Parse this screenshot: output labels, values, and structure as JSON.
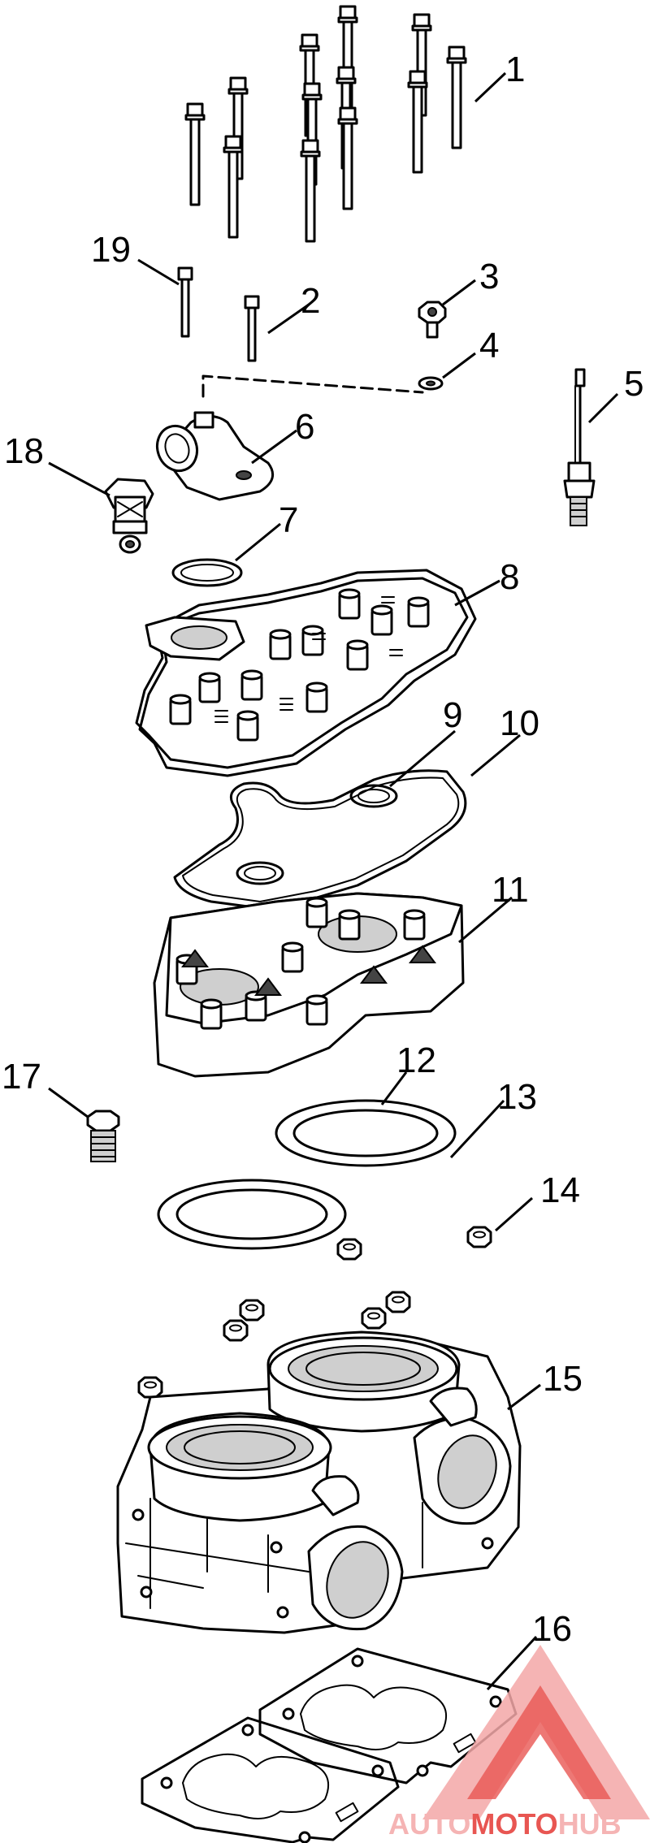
{
  "callouts": [
    "1",
    "2",
    "3",
    "4",
    "5",
    "6",
    "7",
    "8",
    "9",
    "10",
    "11",
    "12",
    "13",
    "14",
    "15",
    "16",
    "17",
    "18",
    "19"
  ],
  "watermark": {
    "part1": "AUTO",
    "part2": "MOTO",
    "part3": "HUB",
    "color_light": "#f4a8a8",
    "color_dark": "#e53935"
  }
}
